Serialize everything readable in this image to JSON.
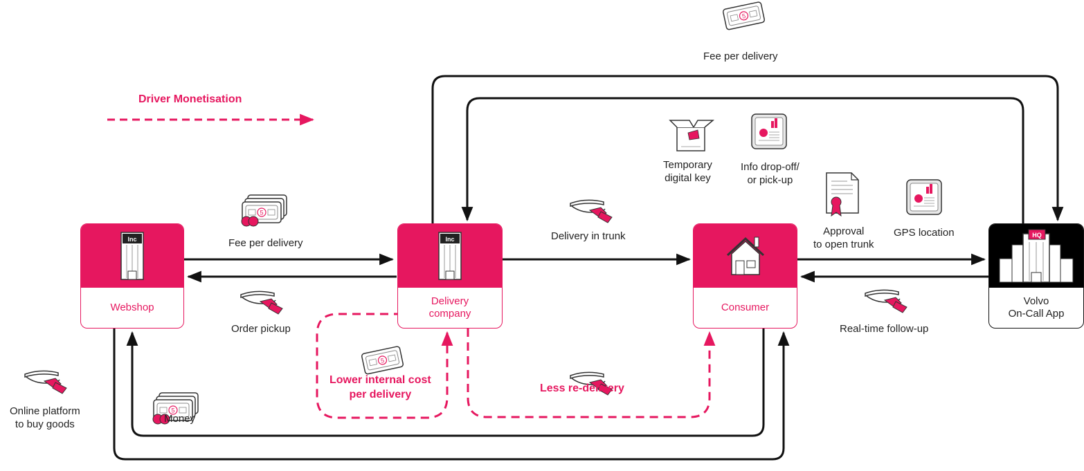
{
  "title": "Driver Monetisation",
  "colors": {
    "accent": "#e6175f",
    "line": "#111111",
    "hq": "#000000"
  },
  "nodes": {
    "webshop": "Webshop",
    "delivery": "Delivery\ncompany",
    "consumer": "Consumer",
    "volvo": "Volvo\nOn-Call App"
  },
  "building_tags": {
    "inc": "Inc",
    "hq": "HQ"
  },
  "labels": {
    "fee_top": "Fee per delivery",
    "fee_webshop": "Fee per delivery",
    "order_pickup": "Order pickup",
    "delivery_trunk": "Delivery in trunk",
    "temp_key": "Temporary\ndigital key",
    "info_drop": "Info drop-off/\nor pick-up",
    "approval": "Approval\nto open trunk",
    "gps": "GPS location",
    "realtime": "Real-time follow-up",
    "online_platform": "Online platform\nto buy goods",
    "money": "Money",
    "lower_cost": "Lower internal cost\nper delivery",
    "less_redelivery": "Less re-delivery"
  },
  "icons": [
    "hand-icon",
    "money-icon",
    "ticket-icon",
    "open-box-icon",
    "chart-icon",
    "certificate-icon",
    "house-icon",
    "building-icon",
    "hq-building-icon"
  ]
}
